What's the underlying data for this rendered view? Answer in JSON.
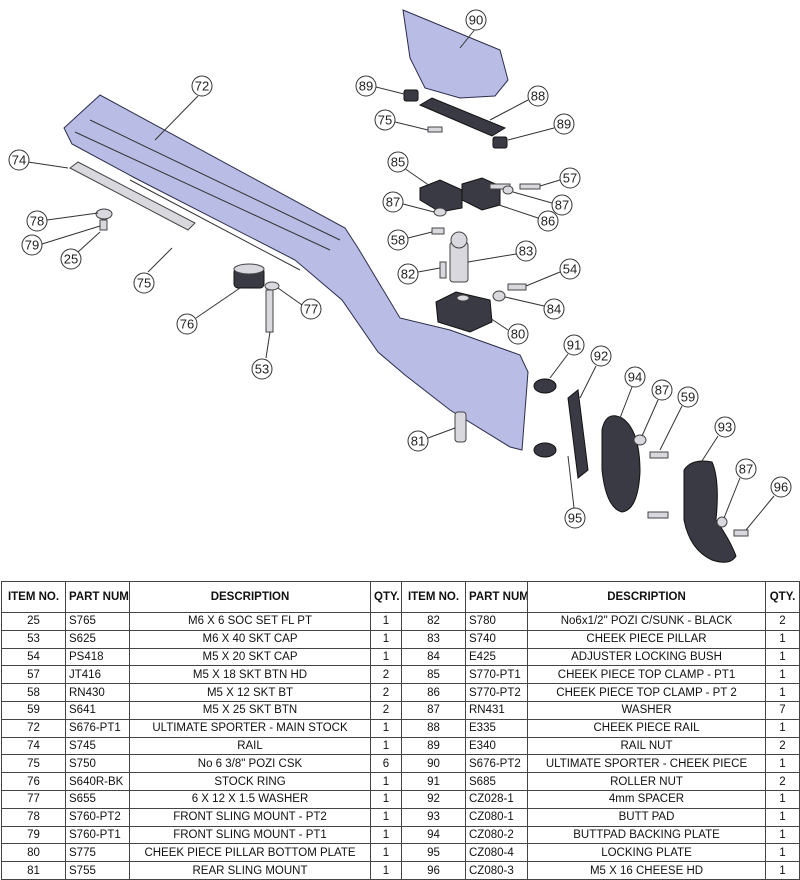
{
  "callouts": {
    "c90": "90",
    "c89a": "89",
    "c88": "88",
    "c75a": "75",
    "c89b": "89",
    "c72": "72",
    "c74": "74",
    "c85": "85",
    "c57": "57",
    "c87a": "87",
    "c87b": "87",
    "c86": "86",
    "c78": "78",
    "c79": "79",
    "c58": "58",
    "c83": "83",
    "c25": "25",
    "c82": "82",
    "c54": "54",
    "c75b": "75",
    "c77": "77",
    "c84": "84",
    "c76": "76",
    "c80": "80",
    "c53": "53",
    "c91": "91",
    "c92": "92",
    "c94": "94",
    "c87c": "87",
    "c59": "59",
    "c93": "93",
    "c81": "81",
    "c87d": "87",
    "c96": "96",
    "c95": "95"
  },
  "table": {
    "headers": {
      "item_no": "ITEM NO.",
      "part_number": "PART NUMBER",
      "description": "DESCRIPTION",
      "qty": "QTY."
    },
    "left_rows": [
      {
        "item": "25",
        "part": "S765",
        "desc": "M6 X 6 SOC SET FL PT",
        "qty": "1"
      },
      {
        "item": "53",
        "part": "S625",
        "desc": "M6 X 40 SKT CAP",
        "qty": "1"
      },
      {
        "item": "54",
        "part": "PS418",
        "desc": "M5 X 20 SKT CAP",
        "qty": "1"
      },
      {
        "item": "57",
        "part": "JT416",
        "desc": "M5 X 18 SKT BTN HD",
        "qty": "2"
      },
      {
        "item": "58",
        "part": "RN430",
        "desc": "M5 X 12 SKT BT",
        "qty": "2"
      },
      {
        "item": "59",
        "part": "S641",
        "desc": "M5 X 25 SKT BTN",
        "qty": "2"
      },
      {
        "item": "72",
        "part": "S676-PT1",
        "desc": "ULTIMATE SPORTER - MAIN STOCK",
        "qty": "1"
      },
      {
        "item": "74",
        "part": "S745",
        "desc": "RAIL",
        "qty": "1"
      },
      {
        "item": "75",
        "part": "S750",
        "desc": "No 6 3/8\" POZI CSK",
        "qty": "6"
      },
      {
        "item": "76",
        "part": "S640R-BK",
        "desc": "STOCK RING",
        "qty": "1"
      },
      {
        "item": "77",
        "part": "S655",
        "desc": "6 X 12 X 1.5 WASHER",
        "qty": "1"
      },
      {
        "item": "78",
        "part": "S760-PT2",
        "desc": "FRONT SLING MOUNT - PT2",
        "qty": "1"
      },
      {
        "item": "79",
        "part": "S760-PT1",
        "desc": "FRONT SLING MOUNT - PT1",
        "qty": "1"
      },
      {
        "item": "80",
        "part": "S775",
        "desc": "CHEEK PIECE PILLAR BOTTOM PLATE",
        "qty": "1"
      },
      {
        "item": "81",
        "part": "S755",
        "desc": "REAR SLING MOUNT",
        "qty": "1"
      }
    ],
    "right_rows": [
      {
        "item": "82",
        "part": "S780",
        "desc": "No6x1/2\" POZI C/SUNK - BLACK",
        "qty": "2"
      },
      {
        "item": "83",
        "part": "S740",
        "desc": "CHEEK PIECE PILLAR",
        "qty": "1"
      },
      {
        "item": "84",
        "part": "E425",
        "desc": "ADJUSTER LOCKING BUSH",
        "qty": "1"
      },
      {
        "item": "85",
        "part": "S770-PT1",
        "desc": "CHEEK PIECE TOP CLAMP - PT1",
        "qty": "1"
      },
      {
        "item": "86",
        "part": "S770-PT2",
        "desc": "CHEEK PIECE TOP CLAMP - PT 2",
        "qty": "1"
      },
      {
        "item": "87",
        "part": "RN431",
        "desc": "WASHER",
        "qty": "7"
      },
      {
        "item": "88",
        "part": "E335",
        "desc": "CHEEK PIECE RAIL",
        "qty": "1"
      },
      {
        "item": "89",
        "part": "E340",
        "desc": "RAIL NUT",
        "qty": "2"
      },
      {
        "item": "90",
        "part": "S676-PT2",
        "desc": "ULTIMATE SPORTER - CHEEK PIECE",
        "qty": "1"
      },
      {
        "item": "91",
        "part": "S685",
        "desc": "ROLLER NUT",
        "qty": "2"
      },
      {
        "item": "92",
        "part": "CZ028-1",
        "desc": "4mm SPACER",
        "qty": "1"
      },
      {
        "item": "93",
        "part": "CZ080-1",
        "desc": "BUTT PAD",
        "qty": "1"
      },
      {
        "item": "94",
        "part": "CZ080-2",
        "desc": "BUTTPAD BACKING PLATE",
        "qty": "1"
      },
      {
        "item": "95",
        "part": "CZ080-4",
        "desc": "LOCKING PLATE",
        "qty": "1"
      },
      {
        "item": "96",
        "part": "CZ080-3",
        "desc": "M5 X 16 CHEESE HD",
        "qty": "1"
      }
    ]
  }
}
